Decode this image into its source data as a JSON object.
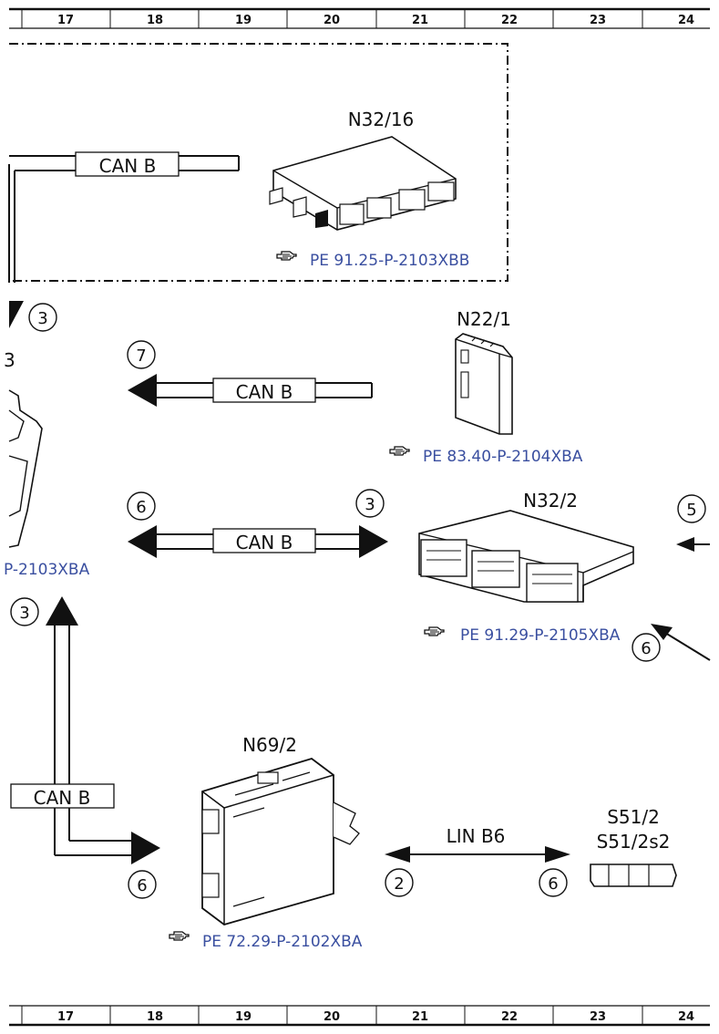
{
  "ruler": {
    "top": [
      "17",
      "18",
      "19",
      "20",
      "21",
      "22",
      "23",
      "24"
    ],
    "bottom": [
      "17",
      "18",
      "19",
      "20",
      "21",
      "22",
      "23",
      "24"
    ]
  },
  "components": {
    "n32_16": {
      "name": "N32/16",
      "ref": "PE 91.25-P-2103XBB"
    },
    "n22_1": {
      "name": "N22/1",
      "ref": "PE 83.40-P-2104XBA"
    },
    "n32_2": {
      "name": "N32/2",
      "ref": "PE 91.29-P-2105XBA"
    },
    "n69_2": {
      "name": "N69/2",
      "ref": "PE 72.29-P-2102XBA"
    },
    "s51_2": {
      "name1": "S51/2",
      "name2": "S51/2s2"
    },
    "left_cut": {
      "ref_fragment": "P-2103XBA",
      "label_fragment": "3"
    }
  },
  "buses": {
    "can_top": "CAN B",
    "can_n22": "CAN B",
    "can_mid": "CAN B",
    "can_left": "CAN B",
    "lin": "LIN B6"
  },
  "markers": {
    "m_3a": "3",
    "m_7": "7",
    "m_6a": "6",
    "m_3b": "3",
    "m_5": "5",
    "m_3c": "3",
    "m_6b": "6",
    "m_6c": "6",
    "m_2": "2",
    "m_6d": "6"
  }
}
